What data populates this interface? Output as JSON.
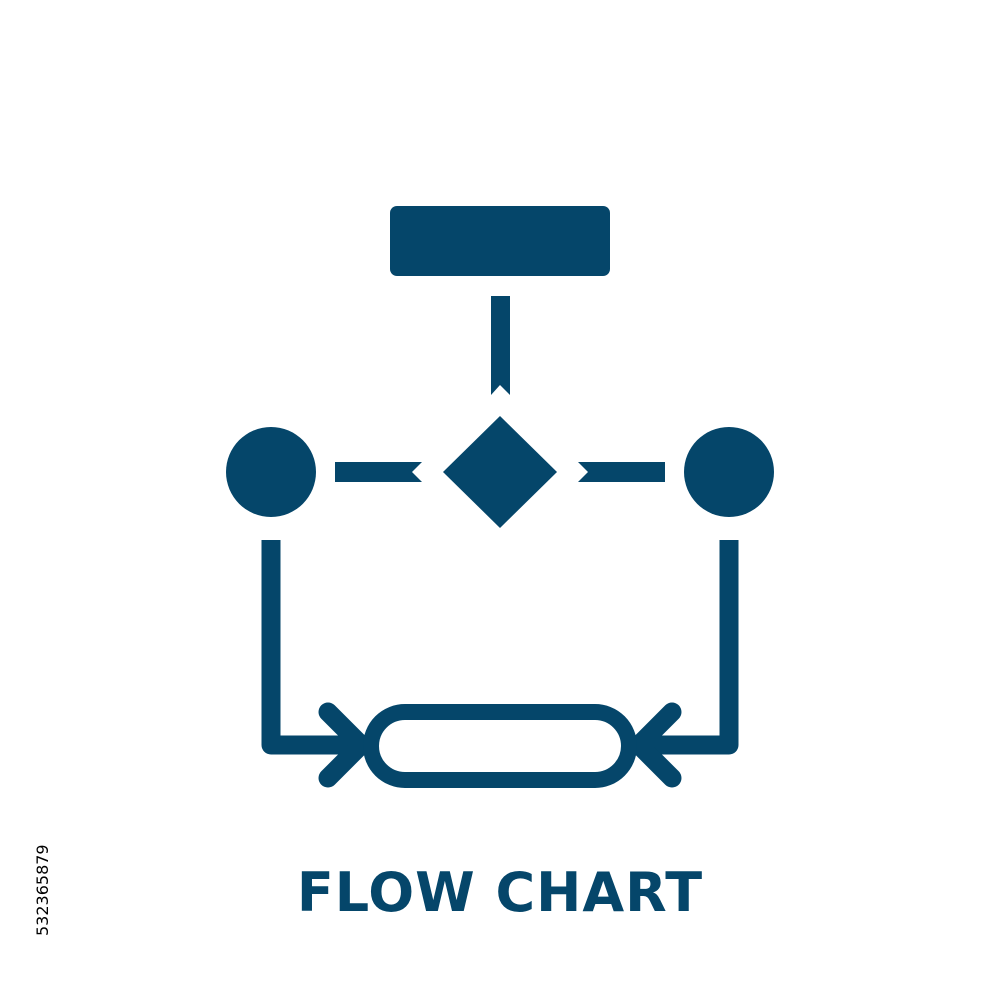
{
  "caption": "FLOW CHART",
  "stock_id": "532365879",
  "colors": {
    "icon": "#05466a",
    "background": "#ffffff"
  },
  "icon": {
    "name": "flow-chart-icon",
    "parts": [
      "process-rectangle",
      "connector-line",
      "decision-diamond",
      "start-circle",
      "end-circle",
      "loop-arrows",
      "terminator-pill"
    ]
  }
}
